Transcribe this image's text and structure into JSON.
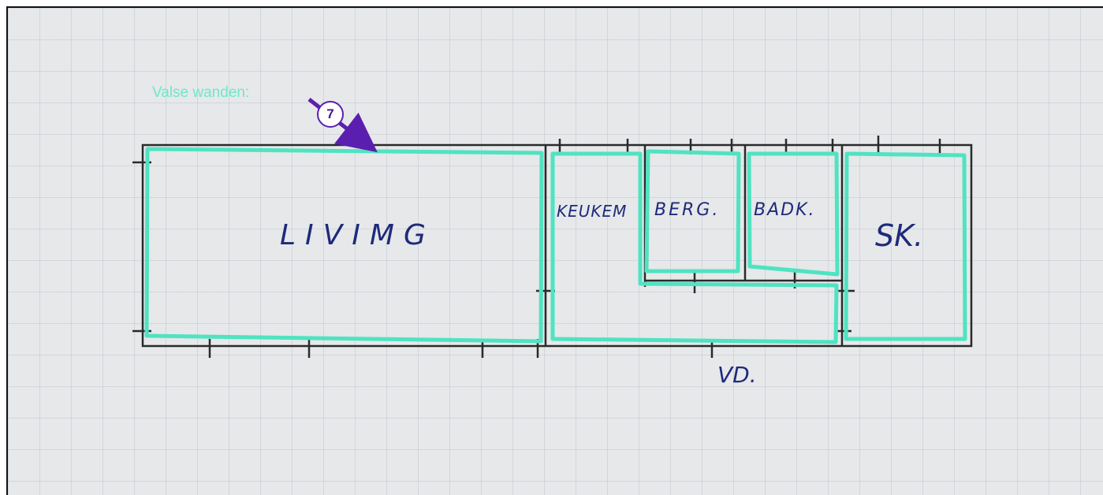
{
  "annotation": {
    "label": "Valse wanden:",
    "badge_number": "7"
  },
  "rooms": {
    "living": "LIVIMG",
    "keuken": "KEUKEM",
    "berg": "BERG.",
    "badk": "BADK.",
    "sk": "SK.",
    "vd": "VD."
  },
  "colors": {
    "highlight": "#4fe3c1",
    "arrow": "#5b1fb0",
    "pen_lines": "#2a2a2a",
    "pen_text": "#1e2a7a"
  }
}
